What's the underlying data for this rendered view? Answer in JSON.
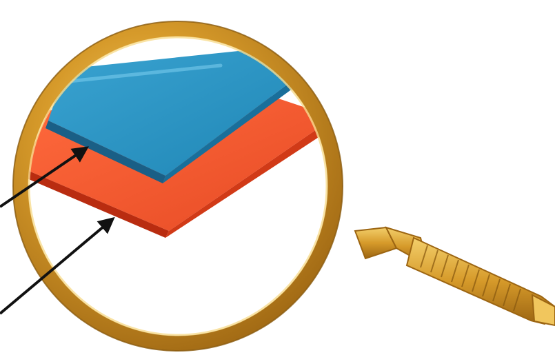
{
  "scene": {
    "subject": "magnifying-glass-over-layered-sheets",
    "colors": {
      "background": "#ffffff",
      "top_layer": "#1f86b5",
      "top_layer_highlight": "#3aa3d1",
      "top_layer_edge": "#1a5f86",
      "bottom_layer": "#e64a24",
      "bottom_layer_highlight": "#ff6a3d",
      "bottom_layer_edge": "#b92c10",
      "gold": "#d69a2a",
      "gold_light": "#f3cf6b",
      "gold_dark": "#9c6512",
      "arrow": "#111111"
    },
    "icons": {
      "lens": "magnifying-glass-icon",
      "top_layer": "blue-layer-sheet",
      "bottom_layer": "orange-layer-sheet",
      "pointers": "arrow-icon"
    }
  }
}
